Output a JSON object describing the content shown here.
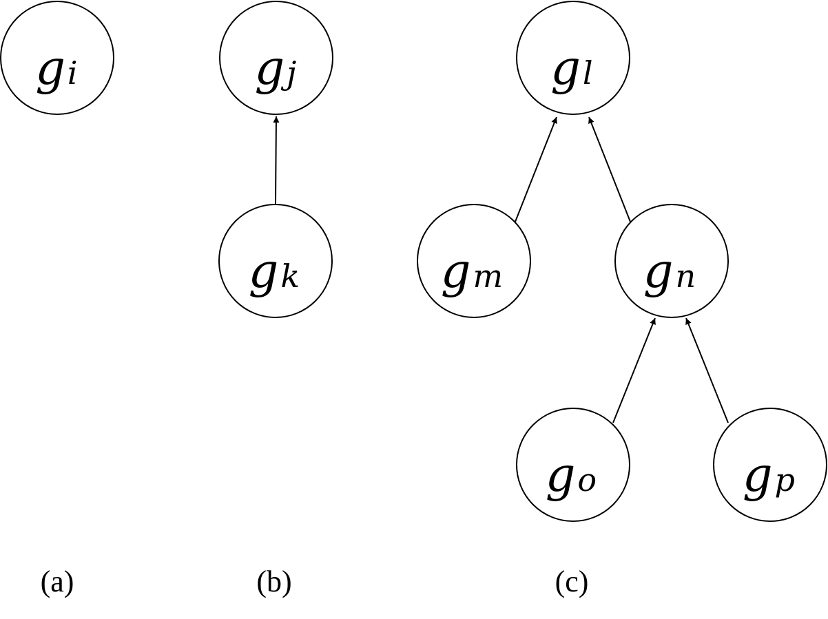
{
  "diagram": {
    "colors": {
      "stroke": "#000000",
      "fill": "#ffffff",
      "background": "#ffffff"
    },
    "nodes": {
      "gi": {
        "base": "g",
        "sub": "i"
      },
      "gj": {
        "base": "g",
        "sub": "j"
      },
      "gk": {
        "base": "g",
        "sub": "k"
      },
      "gl": {
        "base": "g",
        "sub": "l"
      },
      "gm": {
        "base": "g",
        "sub": "m"
      },
      "gn": {
        "base": "g",
        "sub": "n"
      },
      "go": {
        "base": "g",
        "sub": "o"
      },
      "gp": {
        "base": "g",
        "sub": "p"
      }
    },
    "edges": [
      {
        "from": "gk",
        "to": "gj"
      },
      {
        "from": "gm",
        "to": "gl"
      },
      {
        "from": "gn",
        "to": "gl"
      },
      {
        "from": "go",
        "to": "gn"
      },
      {
        "from": "gp",
        "to": "gn"
      }
    ],
    "panels": {
      "a": "(a)",
      "b": "(b)",
      "c": "(c)"
    }
  }
}
